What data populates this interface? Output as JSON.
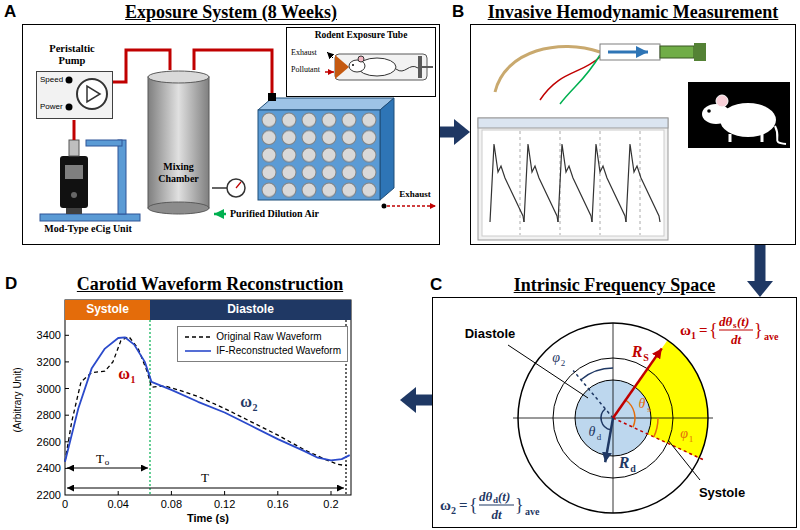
{
  "diagram": {
    "nodes": [
      {
        "text": [
          "A",
          "Exposure System (8 Weeks)"
        ]
      },
      {
        "text": [
          "Peristaltic Pump",
          "Speed",
          "Power"
        ],
        "in": 0
      },
      {
        "text": [
          "Mixing Chamber"
        ],
        "in": 0
      },
      {
        "text": [
          "Rodent Exposure Tube"
        ],
        "in": 0
      },
      {
        "text": [
          "B",
          "Invasive Hemodynamic Measurement"
        ]
      },
      {
        "text": [
          "C",
          "Intrinsic Frequency Space"
        ]
      },
      {
        "text": [
          "D",
          "Carotid Waveform Reconstruction"
        ]
      },
      {
        "text": [
          "Systole"
        ],
        "in": 6
      },
      {
        "text": [
          "Diastole"
        ],
        "in": 6
      }
    ],
    "edges": [
      {
        "from": 0,
        "to": 4,
        "arrow": "to"
      },
      {
        "from": 4,
        "to": 5,
        "arrow": "to"
      },
      {
        "from": 5,
        "to": 6,
        "arrow": "to"
      }
    ],
    "labels": [
      "Mod-Type eCig Unit",
      "Purified Dilution Air",
      "Exhaust",
      "Exhaust",
      "Pollutant",
      "Diastole",
      "Systole",
      "R",
      "S",
      "R",
      "d",
      "θ",
      "s",
      "θ",
      "d",
      "φ",
      "1",
      "φ",
      "2",
      "ω",
      "1",
      "=",
      "{",
      "dθ",
      "s",
      "(t)",
      "dt",
      "}",
      "ave",
      "ω",
      "2",
      "=",
      "{",
      "dθ",
      "d",
      "(t)",
      "dt",
      "}",
      "ave",
      "3400",
      "3200",
      "3000",
      "2800",
      "2600",
      "2400",
      "2200",
      "0",
      "0.04",
      "0.08",
      "0.12",
      "0.16",
      "0.2",
      "Time (s)",
      "(Arbitrary Unit)",
      "ω",
      "1",
      "ω",
      "2",
      "T",
      "o",
      "T"
    ],
    "legend": [
      {
        "text": "Original Raw Waveform"
      },
      {
        "text": "IF-Reconstructed Waveform"
      }
    ]
  }
}
